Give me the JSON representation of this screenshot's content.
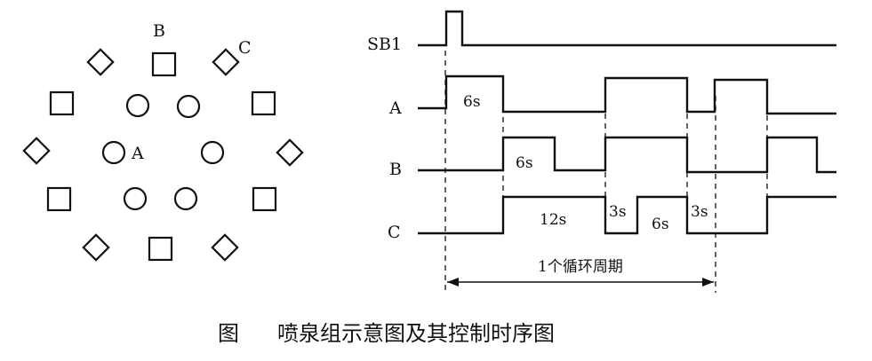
{
  "layout_labels": {
    "group_b": "B",
    "group_c": "C",
    "group_a": "A"
  },
  "timing": {
    "signals": [
      "SB1",
      "A",
      "B",
      "C"
    ],
    "durations": {
      "a_first_on": "6s",
      "b_first_on": "6s",
      "c_on": "12s",
      "c_off_first": "3s",
      "c_on_mid": "6s",
      "c_off_second": "3s"
    },
    "cycle_label": "1个循环周期"
  },
  "caption": {
    "prefix": "图",
    "title": "喷泉组示意图及其控制时序图"
  }
}
